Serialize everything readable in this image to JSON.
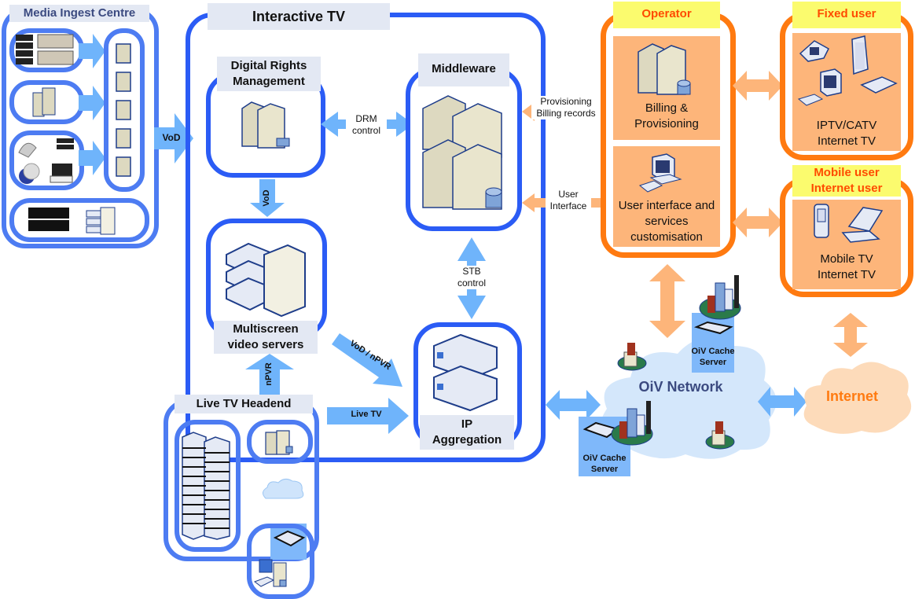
{
  "groups": {
    "media_ingest": {
      "title": "Media Ingest Centre",
      "output_label": "VoD"
    },
    "interactive_tv": {
      "title": "Interactive TV"
    },
    "drm": {
      "title_line1": "Digital Rights",
      "title_line2": "Management"
    },
    "middleware": {
      "title": "Middleware"
    },
    "video_servers": {
      "title_line1": "Multiscreen",
      "title_line2": "video servers"
    },
    "ip_aggregation": {
      "title_line1": "IP",
      "title_line2": "Aggregation"
    },
    "live_tv": {
      "title": "Live TV Headend"
    },
    "operator": {
      "title": "Operator",
      "billing_line1": "Billing &",
      "billing_line2": "Provisioning",
      "ui_line1": "User interface and",
      "ui_line2": "services",
      "ui_line3": "customisation"
    },
    "fixed_user": {
      "title": "Fixed user",
      "line1": "IPTV/CATV",
      "line2": "Internet TV"
    },
    "mobile_user": {
      "title_line1": "Mobile user",
      "title_line2": "Internet user",
      "line1": "Mobile TV",
      "line2": "Internet TV"
    },
    "network": {
      "title": "OiV Network",
      "cache_line1": "OiV Cache",
      "cache_line2": "Server"
    },
    "internet": {
      "title": "Internet"
    }
  },
  "connections": {
    "drm_control": {
      "line1": "DRM",
      "line2": "control"
    },
    "drm_vod": "VoD",
    "provisioning": {
      "line1": "Provisioning",
      "line2": "Billing records"
    },
    "user_interface": {
      "line1": "User",
      "line2": "Interface"
    },
    "stb_control": {
      "line1": "STB",
      "line2": "control"
    },
    "vod_npvr": "VoD / nPVR",
    "npvr": "nPVR",
    "live_tv": "Live TV"
  },
  "colors": {
    "blue_border": "#2b5cf5",
    "light_blue_arrow": "#6fb4fb",
    "orange_border": "#ff7a10",
    "peach_arrow": "#fdb57a",
    "yellow_title": "#fbfb6e",
    "title_orange_text": "#ff4b00"
  }
}
